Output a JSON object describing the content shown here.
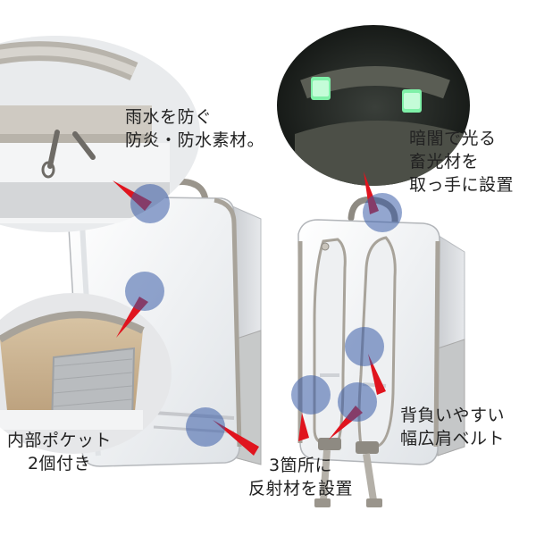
{
  "callouts": {
    "waterproof": [
      "雨水を防ぐ",
      "防炎・防水素材。"
    ],
    "glow_handle": [
      "暗闇で光る",
      "畜光材を",
      "取っ手に設置"
    ],
    "inner_pocket": [
      "内部ポケット",
      "2個付き"
    ],
    "reflector": [
      "3箇所に",
      "反射材を設置"
    ],
    "shoulder_belt": [
      "背負いやすい",
      "幅広肩ベルト"
    ]
  },
  "colors": {
    "marker_circle": "#3a5da8",
    "pointer_arrow": "#e0141e",
    "bag_body": "#f1f3f5",
    "bag_trim": "#a8a39a"
  }
}
